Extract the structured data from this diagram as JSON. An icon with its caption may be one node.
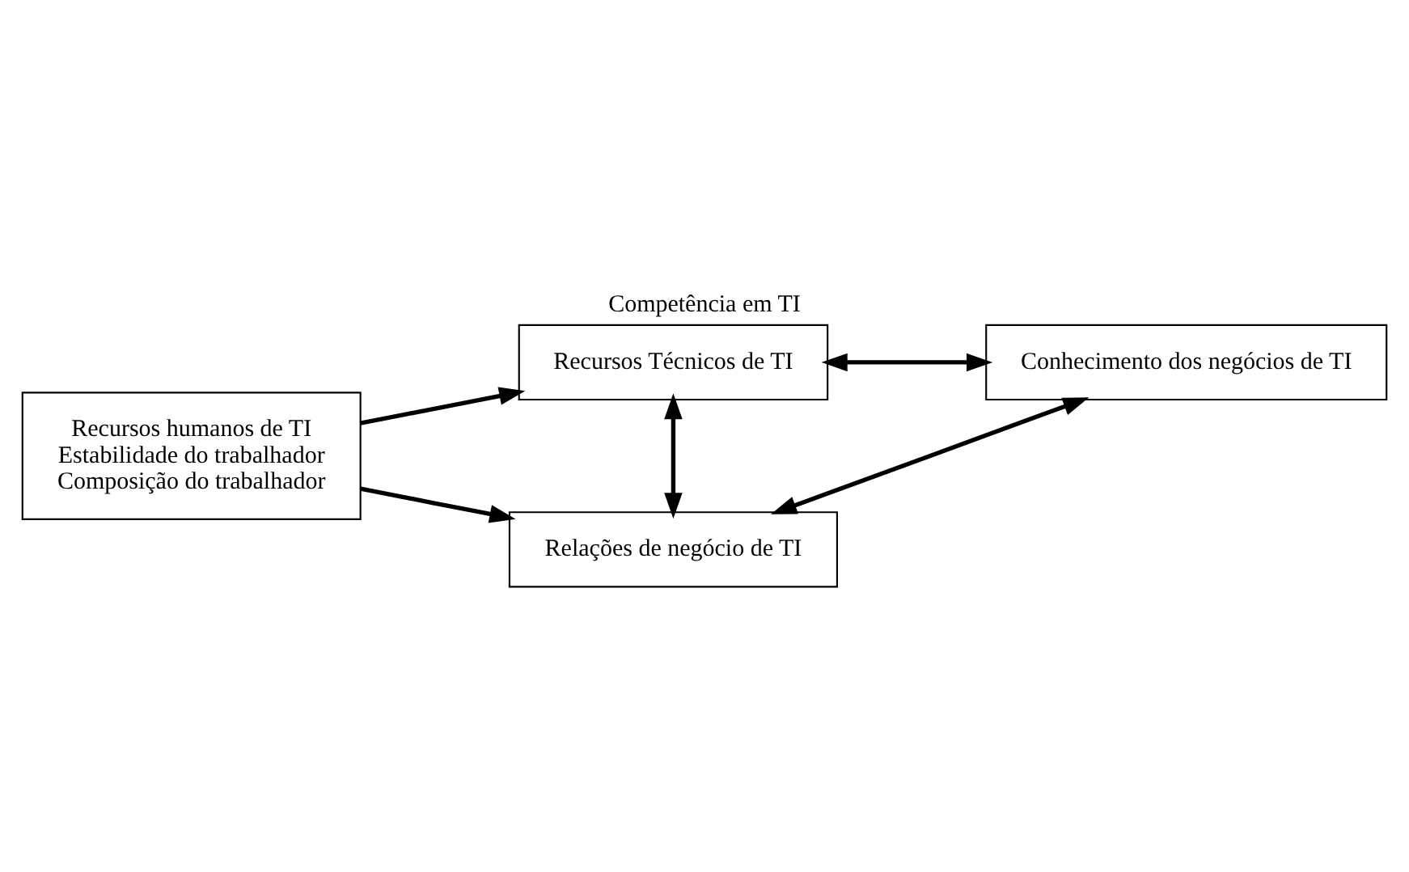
{
  "diagram": {
    "title": "Competência em TI",
    "nodes": [
      {
        "text": [
          "Recursos Técnicos de TI"
        ]
      },
      {
        "text": [
          "Recursos humanos de TI",
          "Estabilidade do trabalhador",
          "Composição do trabalhador"
        ]
      },
      {
        "text": [
          "Conhecimento dos negócios de TI"
        ]
      },
      {
        "text": [
          "Relações de negócio de TI"
        ]
      }
    ],
    "edges": [
      {
        "from": 0,
        "to": 3,
        "arrow": "both"
      },
      {
        "from": 1,
        "to": 0,
        "arrow": "to"
      },
      {
        "from": 1,
        "to": 3,
        "arrow": "to"
      },
      {
        "from": 0,
        "to": 2,
        "arrow": "both"
      },
      {
        "from": 2,
        "to": 3,
        "arrow": "both"
      }
    ]
  }
}
